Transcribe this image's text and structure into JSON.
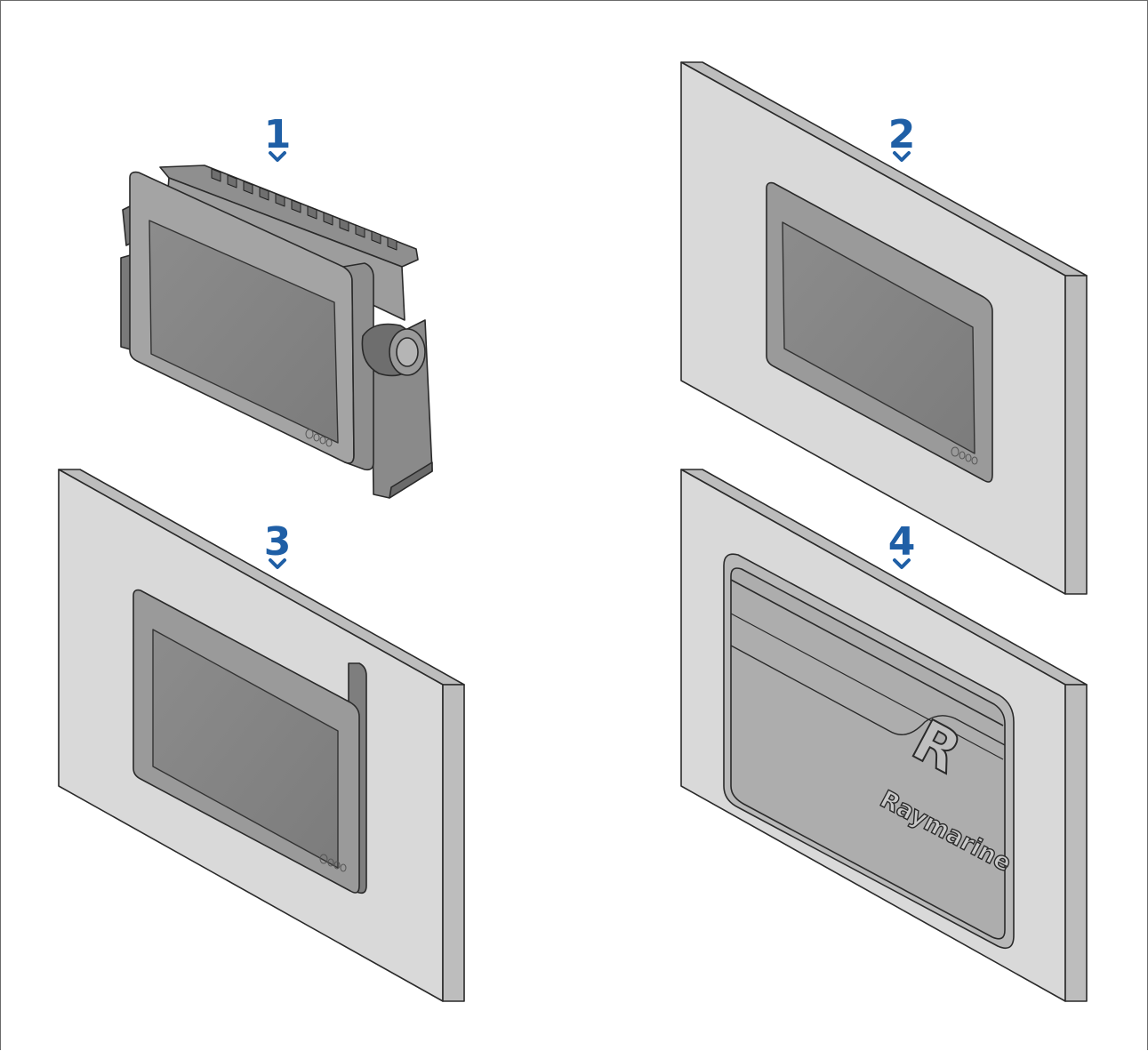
{
  "callouts": [
    {
      "id": 1,
      "label": "1"
    },
    {
      "id": 2,
      "label": "2"
    },
    {
      "id": 3,
      "label": "3"
    },
    {
      "id": 4,
      "label": "4"
    }
  ],
  "cover": {
    "brand_text": "Raymarine",
    "logo_letter": "R"
  },
  "colors": {
    "callout": "#1f5fa6",
    "panel_face": "#d9d9d9",
    "panel_edge": "#bdbdbd",
    "bezel": "#9a9a9a",
    "screen": "#858585",
    "outline": "#2a2a2a"
  }
}
